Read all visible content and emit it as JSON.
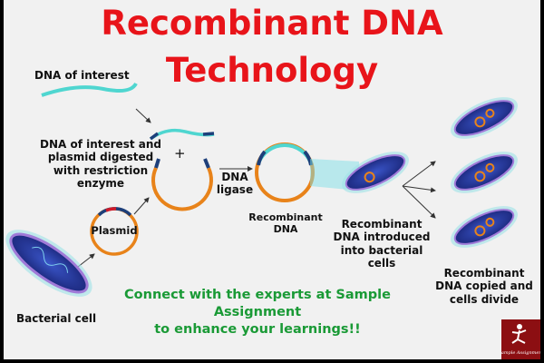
{
  "title": {
    "line1": "Recombinant DNA",
    "line2": "Technology"
  },
  "labels": {
    "dna_of_interest": "DNA of interest",
    "digested": "DNA of interest and plasmid digested with restriction enzyme",
    "plus": "+",
    "dna_ligase": "DNA ligase",
    "plasmid": "Plasmid",
    "recombinant_dna": "Recombinant DNA",
    "introduced": "Recombinant DNA introduced into bacterial cells",
    "copied": "Recombinant DNA copied and cells divide",
    "bacterial_cell": "Bacterial cell"
  },
  "cta": {
    "line1": "Connect with the experts at Sample Assignment",
    "line2": "to enhance your learnings!!"
  },
  "logo": {
    "text": "Sample Assignment"
  },
  "colors": {
    "title": "#e8141a",
    "cta": "#1a9a36",
    "plasmid": "#e8831a",
    "dna": "#4fd6d0",
    "sticky_end": "#1d3f7a",
    "logo_bg": "#8c0f12"
  }
}
